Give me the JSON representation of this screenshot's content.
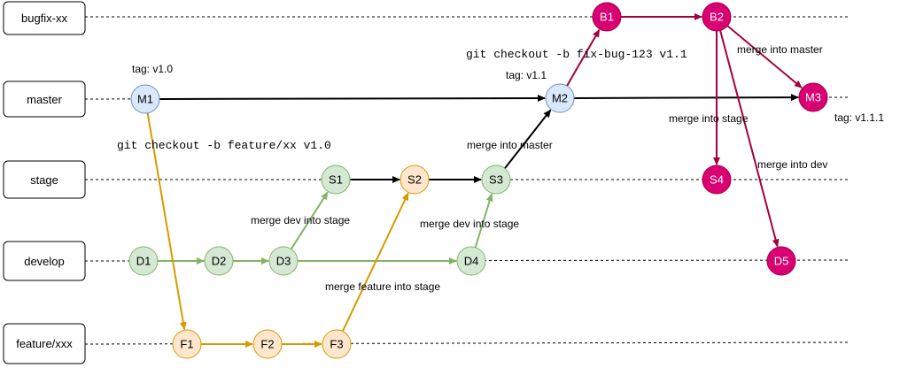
{
  "colors": {
    "blue_fill": "#dae8fc",
    "blue_stroke": "#6c8ebf",
    "green_fill": "#d5e8d4",
    "green_stroke": "#82b366",
    "orange_fill": "#ffe6cc",
    "orange_stroke": "#d79b00",
    "pink_fill": "#d80073",
    "pink_stroke": "#a50040",
    "arrow_black": "#000000",
    "arrow_green": "#82b366",
    "arrow_orange": "#d79b00",
    "arrow_pink": "#a50040"
  },
  "lanes": [
    {
      "id": "bugfix",
      "label": "bugfix-xx"
    },
    {
      "id": "master",
      "label": "master"
    },
    {
      "id": "stage",
      "label": "stage"
    },
    {
      "id": "develop",
      "label": "develop"
    },
    {
      "id": "feature",
      "label": "feature/xxx"
    }
  ],
  "nodes": [
    {
      "id": "B1",
      "label": "B1",
      "style": "pink"
    },
    {
      "id": "B2",
      "label": "B2",
      "style": "pink"
    },
    {
      "id": "M1",
      "label": "M1",
      "style": "blue"
    },
    {
      "id": "M2",
      "label": "M2",
      "style": "blue"
    },
    {
      "id": "M3",
      "label": "M3",
      "style": "pink"
    },
    {
      "id": "S1",
      "label": "S1",
      "style": "green"
    },
    {
      "id": "S2",
      "label": "S2",
      "style": "orange"
    },
    {
      "id": "S3",
      "label": "S3",
      "style": "green"
    },
    {
      "id": "S4",
      "label": "S4",
      "style": "pink"
    },
    {
      "id": "D1",
      "label": "D1",
      "style": "green"
    },
    {
      "id": "D2",
      "label": "D2",
      "style": "green"
    },
    {
      "id": "D3",
      "label": "D3",
      "style": "green"
    },
    {
      "id": "D4",
      "label": "D4",
      "style": "green"
    },
    {
      "id": "D5",
      "label": "D5",
      "style": "pink"
    },
    {
      "id": "F1",
      "label": "F1",
      "style": "orange"
    },
    {
      "id": "F2",
      "label": "F2",
      "style": "orange"
    },
    {
      "id": "F3",
      "label": "F3",
      "style": "orange"
    }
  ],
  "edges": [
    {
      "from": "M1",
      "to": "M2",
      "style": "black"
    },
    {
      "from": "M2",
      "to": "M3",
      "style": "black"
    },
    {
      "from": "S1",
      "to": "S2",
      "style": "black"
    },
    {
      "from": "S2",
      "to": "S3",
      "style": "black"
    },
    {
      "from": "S3",
      "to": "M2",
      "style": "black"
    },
    {
      "from": "D1",
      "to": "D2",
      "style": "green"
    },
    {
      "from": "D2",
      "to": "D3",
      "style": "green"
    },
    {
      "from": "D3",
      "to": "D4",
      "style": "green"
    },
    {
      "from": "D3",
      "to": "S1",
      "style": "green"
    },
    {
      "from": "D4",
      "to": "S3",
      "style": "green"
    },
    {
      "from": "M1",
      "to": "F1",
      "style": "orange"
    },
    {
      "from": "F1",
      "to": "F2",
      "style": "orange"
    },
    {
      "from": "F2",
      "to": "F3",
      "style": "orange"
    },
    {
      "from": "F3",
      "to": "S2",
      "style": "orange"
    },
    {
      "from": "M2",
      "to": "B1",
      "style": "pink"
    },
    {
      "from": "B1",
      "to": "B2",
      "style": "pink"
    },
    {
      "from": "B2",
      "to": "M3",
      "style": "pink"
    },
    {
      "from": "B2",
      "to": "S4",
      "style": "pink"
    },
    {
      "from": "B2",
      "to": "D5",
      "style": "pink"
    }
  ],
  "annotations": {
    "tag_v10": "tag: v1.0",
    "tag_v11": "tag: v1.1",
    "tag_v111": "tag: v1.1.1",
    "cmd_feature": "git checkout -b feature/xx v1.0",
    "cmd_fixbug": "git checkout -b fix-bug-123 v1.1",
    "merge_master_s3": "merge into master",
    "merge_dev_stage_1": "merge dev into stage",
    "merge_dev_stage_2": "merge dev into stage",
    "merge_feature_stage": "merge feature into stage",
    "merge_b2_master": "merge into master",
    "merge_b2_stage": "merge into stage",
    "merge_b2_dev": "merge into dev"
  }
}
